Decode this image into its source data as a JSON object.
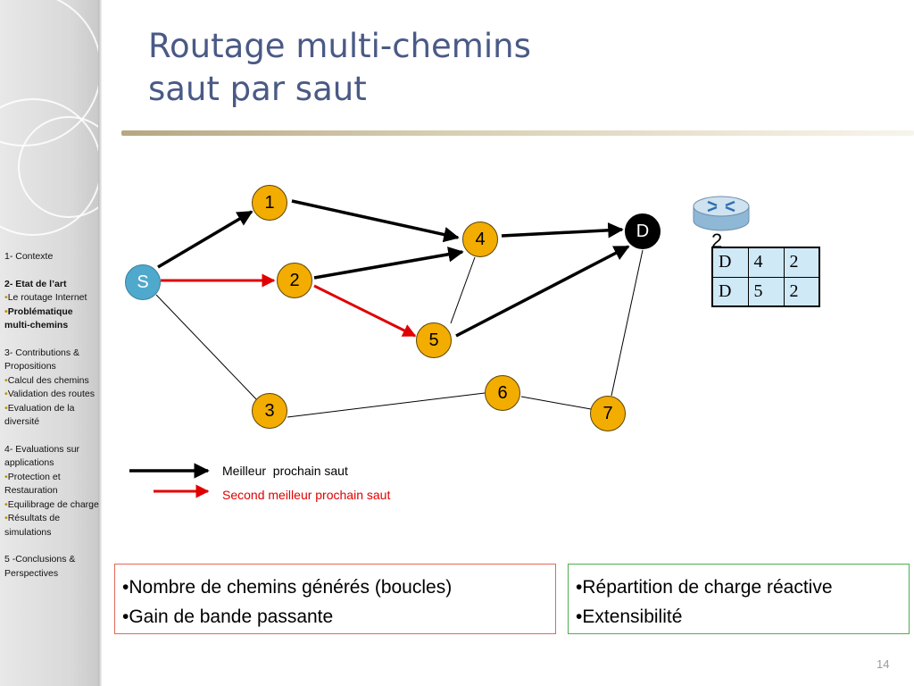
{
  "title": {
    "line1": "Routage multi-chemins",
    "line2": "saut par saut"
  },
  "nav": {
    "s1": "1- Contexte",
    "s2": "2- Etat de l’art",
    "s2_items": [
      "Le routage Internet",
      "Problématique multi-chemins"
    ],
    "s3": "3- Contributions & Propositions",
    "s3_items": [
      "Calcul des chemins",
      "Validation des routes",
      "Evaluation de la diversité"
    ],
    "s4": "4- Evaluations sur applications",
    "s4_items": [
      "Protection et Restauration",
      "Equilibrage de charge",
      "Résultats de simulations"
    ],
    "s5": "5 -Conclusions & Perspectives"
  },
  "graph": {
    "nodes": {
      "S": "S",
      "n1": "1",
      "n2": "2",
      "n3": "3",
      "n4": "4",
      "n5": "5",
      "n6": "6",
      "n7": "7",
      "D": "D"
    },
    "router_label": "2",
    "colors": {
      "node_fill": "#f3ac00",
      "source_fill": "#4fa9cd",
      "dest_fill": "#000000",
      "best": "#000000",
      "second": "#e00000"
    }
  },
  "routing_table": [
    [
      "D",
      "4",
      "2"
    ],
    [
      "D",
      "5",
      "2"
    ]
  ],
  "legend": {
    "best": "Meilleur  prochain saut",
    "second": "Second meilleur prochain saut"
  },
  "box_left": [
    "•Nombre de chemins générés (boucles)",
    "•Gain de bande passante"
  ],
  "box_right": [
    "•Répartition de charge réactive",
    "•Extensibilité"
  ],
  "page_number": "14"
}
